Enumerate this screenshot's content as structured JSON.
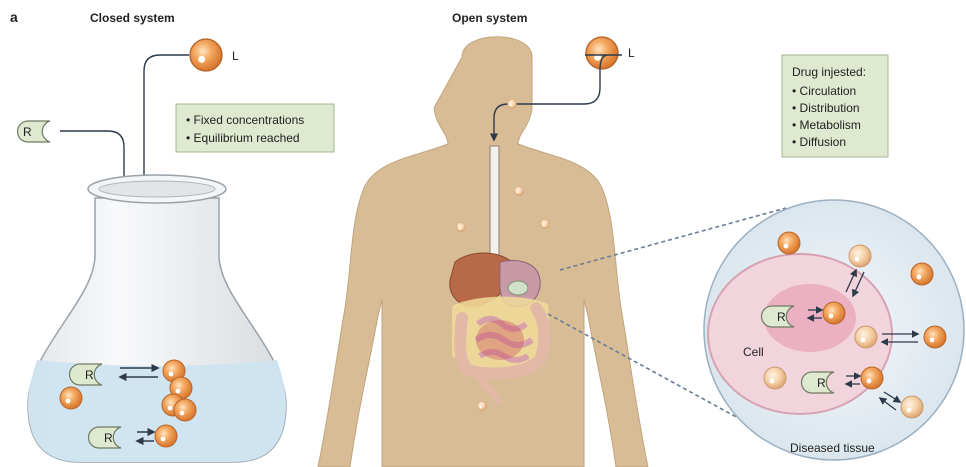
{
  "panel_label": "a",
  "closed_system": {
    "title": "Closed system",
    "receptor_label": "R",
    "ligand_label": "L",
    "note_lines": [
      "• Fixed concentrations",
      "• Equilibrium reached"
    ],
    "flask_receptors": [
      "R",
      "R"
    ]
  },
  "open_system": {
    "title": "Open system",
    "ligand_label": "L",
    "box_title": "Drug injested:",
    "box_lines": [
      "• Circulation",
      "• Distribution",
      "• Metabolism",
      "• Diffusion"
    ],
    "cell_label": "Cell",
    "tissue_label": "Diseased tissue",
    "cell_receptors": [
      "R",
      "R"
    ]
  },
  "colors": {
    "ligand": "#e8954a",
    "receptor": "#dfe9cf",
    "note_box": "#dfe9cf",
    "body": "#d7bc96",
    "liquid": "#cfe4f0",
    "tissue": "#e6eef4",
    "cell": "#f2d4dc",
    "nucleus": "#e8a8bc"
  }
}
